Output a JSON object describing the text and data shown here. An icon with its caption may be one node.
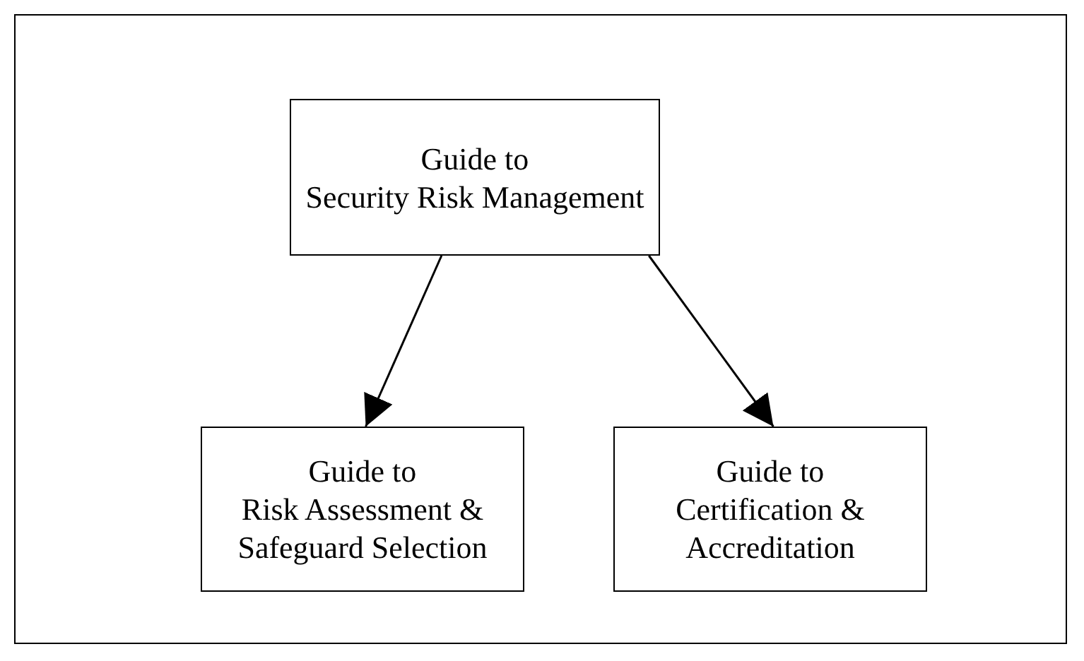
{
  "diagram": {
    "nodes": [
      {
        "text": [
          "Guide to",
          "Security Risk Management"
        ]
      },
      {
        "text": [
          "Guide to",
          "Risk Assessment & Safeguard Selection"
        ]
      },
      {
        "text": [
          "Guide to",
          "Certification & Accreditation"
        ]
      }
    ],
    "edges": [
      {
        "from": 0,
        "to": 1,
        "arrow": "to"
      },
      {
        "from": 0,
        "to": 2,
        "arrow": "to"
      }
    ]
  }
}
